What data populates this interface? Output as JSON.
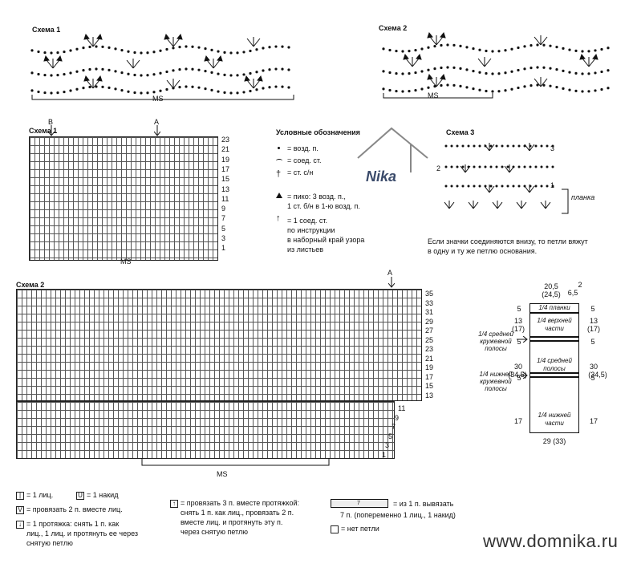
{
  "schema1_top": {
    "title": "Схема 1",
    "ms": "MS"
  },
  "schema2_top": {
    "title": "Схема 2",
    "ms": "MS"
  },
  "schema1_chart": {
    "title": "Схема 1",
    "marker_b": "B",
    "marker_a": "A",
    "ms": "MS",
    "rows": [
      "23",
      "21",
      "19",
      "17",
      "15",
      "13",
      "11",
      "9",
      "7",
      "5",
      "3",
      "1"
    ]
  },
  "schema2_chart": {
    "title": "Схема 2",
    "marker_a": "A",
    "ms": "MS",
    "rows_right": [
      "35",
      "33",
      "31",
      "29",
      "27",
      "25",
      "23",
      "21",
      "19",
      "17",
      "15",
      "13"
    ],
    "rows_lower": [
      "11",
      "9",
      "7",
      "5",
      "3",
      "1"
    ]
  },
  "legend_crochet": {
    "title": "Условные обозначения",
    "items": [
      "= возд. п.",
      "= соед. ст.",
      "= ст. с/н",
      "= пико: 3 возд. п.,",
      "1 ст. б/н в 1-ю возд. п.",
      "= 1 соед. ст.",
      "по инструкции",
      "в наборный край узора",
      "из листьев"
    ]
  },
  "logo": {
    "text": "Nika"
  },
  "schema3": {
    "title": "Схема 3",
    "label_1": "1",
    "label_2": "2",
    "label_3": "3",
    "planka": "планка",
    "note_line1": "Если значки соединяются внизу, то петли вяжут",
    "note_line2": "в одну и ту же петлю основания."
  },
  "pattern_piece": {
    "top_width": "20,5",
    "top_width_alt": "(24,5)",
    "shoulder": "6,5",
    "neck": "2",
    "band": "5",
    "upper_h": "13",
    "upper_h_alt": "(17)",
    "upper_label": "1/4 верхней части",
    "planka_label": "1/4 планки",
    "middle_lace": "1/4 средней кружевной полосы",
    "middle_h": "30",
    "middle_h_alt": "(34,5)",
    "middle_label": "1/4 средней полосы",
    "lower_lace": "1/4 нижней кружевной полосы",
    "lower_h": "17",
    "lower_label": "1/4 нижней части",
    "bottom_width": "29 (33)"
  },
  "legend_knit": {
    "knit": "= 1 лиц.",
    "yo": "= 1 накид",
    "k2tog": "= провязать 2 п. вместе лиц.",
    "skpo_1": "= 1 протяжка: снять 1 п. как",
    "skpo_2": "лиц., 1 лиц. и протянуть ее через",
    "skpo_3": "снятую петлю",
    "k3_1": "= провязать 3 п. вместе протяжкой:",
    "k3_2": "снять 1 п. как лиц., провязать 2 п.",
    "k3_3": "вместе лиц. и протянуть эту п.",
    "k3_4": "через снятую петлю",
    "inc_1": "= из 1 п. вывязать",
    "inc_2": "7 п. (попеременно 1 лиц., 1 накид)",
    "inc_num": "7",
    "nostitch": "= нет петли"
  },
  "website": "www.domnika.ru"
}
